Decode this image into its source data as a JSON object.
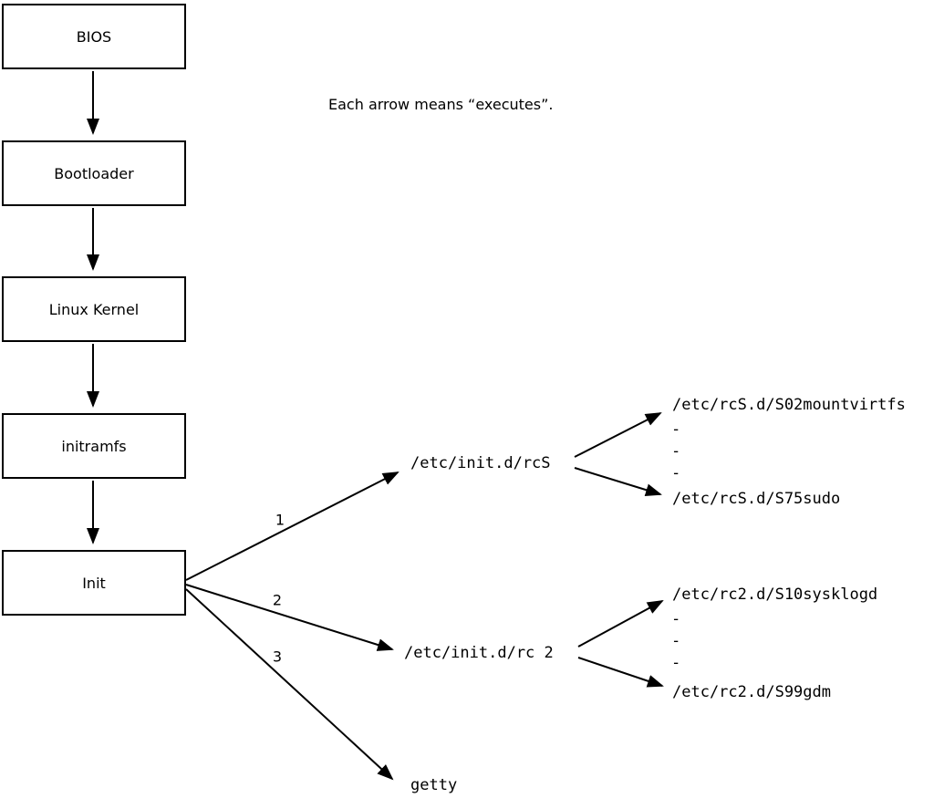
{
  "note": "Each arrow means “executes”.",
  "boot_chain": [
    {
      "label": "BIOS"
    },
    {
      "label": "Bootloader"
    },
    {
      "label": "Linux Kernel"
    },
    {
      "label": "initramfs"
    },
    {
      "label": "Init"
    }
  ],
  "init_branches": [
    {
      "order": "1",
      "target": "/etc/init.d/rcS"
    },
    {
      "order": "2",
      "target": "/etc/init.d/rc 2"
    },
    {
      "order": "3",
      "target": "getty"
    }
  ],
  "rcS_scripts": {
    "first": "/etc/rcS.d/S02mountvirtfs",
    "last": "/etc/rcS.d/S75sudo"
  },
  "rc2_scripts": {
    "first": "/etc/rc2.d/S10sysklogd",
    "last": "/etc/rc2.d/S99gdm"
  },
  "dash": "-"
}
